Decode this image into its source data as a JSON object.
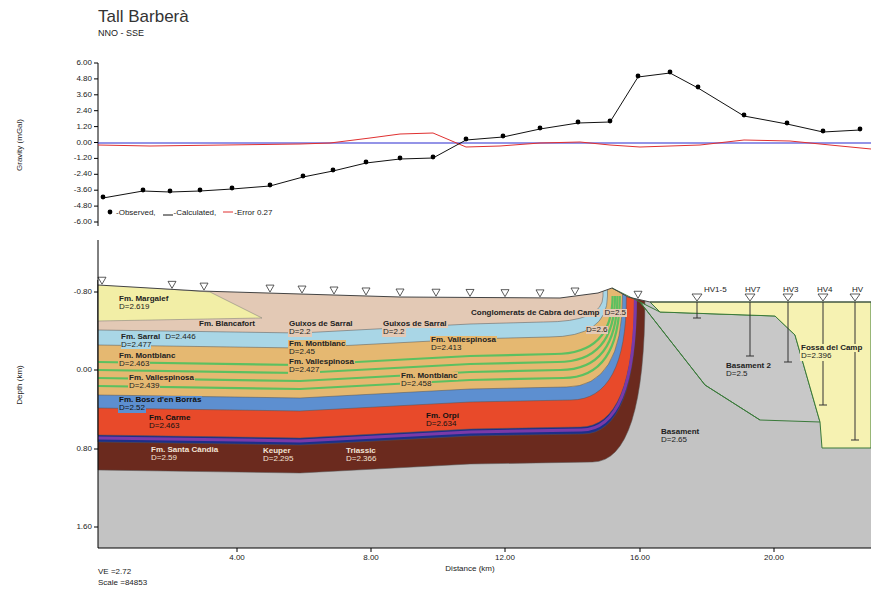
{
  "diagram": {
    "title": "Tall Barberà",
    "nodes": [
      {
        "text": [
          "Fm. Margalef",
          "D=2.619"
        ]
      },
      {
        "text": [
          "Fm. Blancafort"
        ]
      },
      {
        "text": [
          "Fm. Sarral",
          "D=2.446"
        ]
      },
      {
        "text": [
          "Fm. Montblanc",
          "D=2.463"
        ]
      },
      {
        "text": [
          "Guixos de Sarral",
          "D=2.2"
        ]
      },
      {
        "text": [
          "Fm. Montblanc",
          "D=2.45"
        ]
      },
      {
        "text": [
          "Fm. Vallespinosa",
          "D=2.427"
        ]
      },
      {
        "text": [
          "Guixos de Sarral",
          "D=2.2"
        ]
      },
      {
        "text": [
          "Fm. Vallespinosa",
          "D=2.413"
        ]
      },
      {
        "text": [
          "Fm. Montblanc",
          "D=2.458"
        ]
      },
      {
        "text": [
          "Fm. Vallespinosa",
          "D=2.439"
        ]
      },
      {
        "text": [
          "Fm. Bosc d'en Borràs",
          "D=2.52"
        ]
      },
      {
        "text": [
          "Fm. Carme",
          "D=2.463"
        ]
      },
      {
        "text": [
          "Fm. Santa Càndia",
          "D=2.59"
        ]
      },
      {
        "text": [
          "Keuper",
          "D=2.295"
        ]
      },
      {
        "text": [
          "Triassic",
          "D=2.366"
        ]
      },
      {
        "text": [
          "Fm. Orpí",
          "D=2.634"
        ]
      },
      {
        "text": [
          "Conglomerats de Cabra del Camp",
          "D=2.5"
        ]
      },
      {
        "text": [
          "Basament",
          "D=2.65"
        ]
      },
      {
        "text": [
          "Basament 2",
          "D=2.5"
        ]
      },
      {
        "text": [
          "Fossa del Camp",
          "D=2.396"
        ]
      }
    ],
    "labels": [
      "NNO - SSE",
      "6.00",
      "4.80",
      "3.60",
      "2.40",
      "1.20",
      "0.00",
      "-1.20",
      "-2.40",
      "-3.60",
      "-4.80",
      "-6.00",
      "Gravity (mGal)",
      "-0.80",
      "0.00",
      "0.80",
      "1.60",
      "Depth (km)",
      "4.00",
      "8.00",
      "12.00",
      "16.00",
      "20.00",
      "Distance (km)",
      "VE =2.72",
      "Scale =84853",
      "D=2.477",
      "D=2.6",
      "HV1-5",
      "HV7",
      "HV3",
      "HV4",
      "HV"
    ],
    "legend": [
      {
        "text": "-Observed,"
      },
      {
        "text": "-Calculated,"
      },
      {
        "text": "-Error 0.27"
      }
    ]
  }
}
